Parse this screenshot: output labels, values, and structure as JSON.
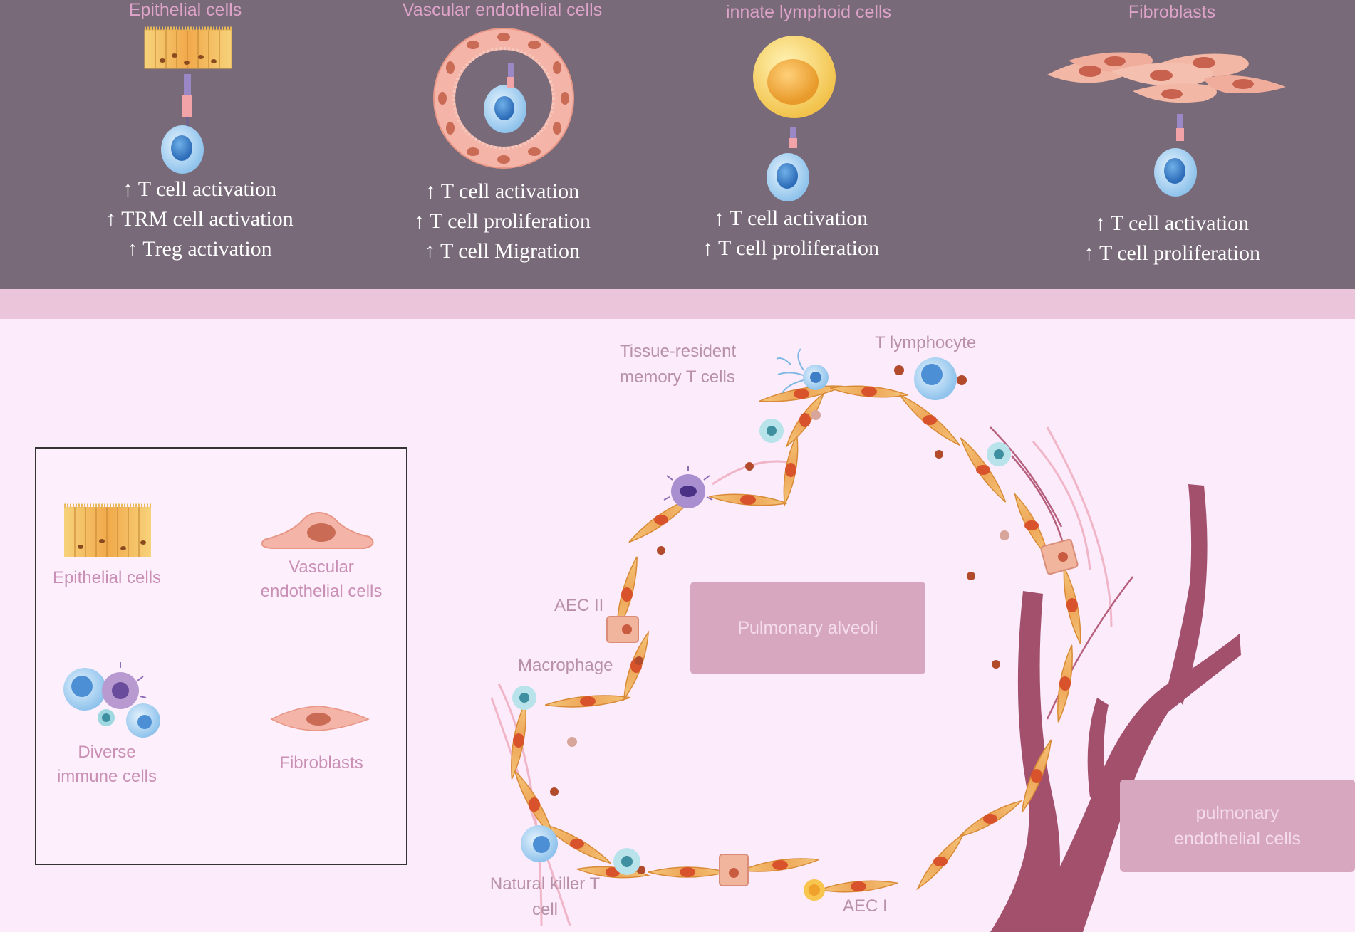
{
  "top_panels": [
    {
      "title": "Epithelial cells",
      "effects": [
        "↑ T cell activation",
        "↑ TRM cell activation",
        "↑ Treg activation"
      ]
    },
    {
      "title": "Vascular endothelial cells",
      "effects": [
        "↑ T cell activation",
        "↑ T cell proliferation",
        "↑ T cell Migration"
      ]
    },
    {
      "title": "innate lymphoid cells",
      "effects": [
        "↑ T cell activation",
        "↑ T cell proliferation"
      ]
    },
    {
      "title": "Fibroblasts",
      "effects": [
        "↑ T cell activation",
        "↑ T cell proliferation"
      ]
    }
  ],
  "legend": {
    "epithelial": "Epithelial cells",
    "vascular_line1": "Vascular",
    "vascular_line2": "endothelial cells",
    "immune_line1": "Diverse",
    "immune_line2": "immune cells",
    "fibroblasts": "Fibroblasts"
  },
  "labels": {
    "trm_line1": "Tissue-resident",
    "trm_line2": "memory T cells",
    "t_lymphocyte": "T lymphocyte",
    "aec2": "AEC II",
    "macrophage": "Macrophage",
    "nkt_line1": "Natural killer T",
    "nkt_line2": "cell",
    "aec1": "AEC I",
    "alveoli": "Pulmonary alveoli",
    "pec_line1": "pulmonary",
    "pec_line2": "endothelial  cells"
  },
  "colors": {
    "top_band": "#786a79",
    "mid_band": "#ebc6da",
    "background": "#fcebfb",
    "title_pink": "#dea3c9",
    "box_fill": "#d6a7bf",
    "vessel": "#a2506c",
    "spindle": "#f2b05c",
    "nucleus": "#d8532c",
    "t_cell": "#9ccbee"
  }
}
